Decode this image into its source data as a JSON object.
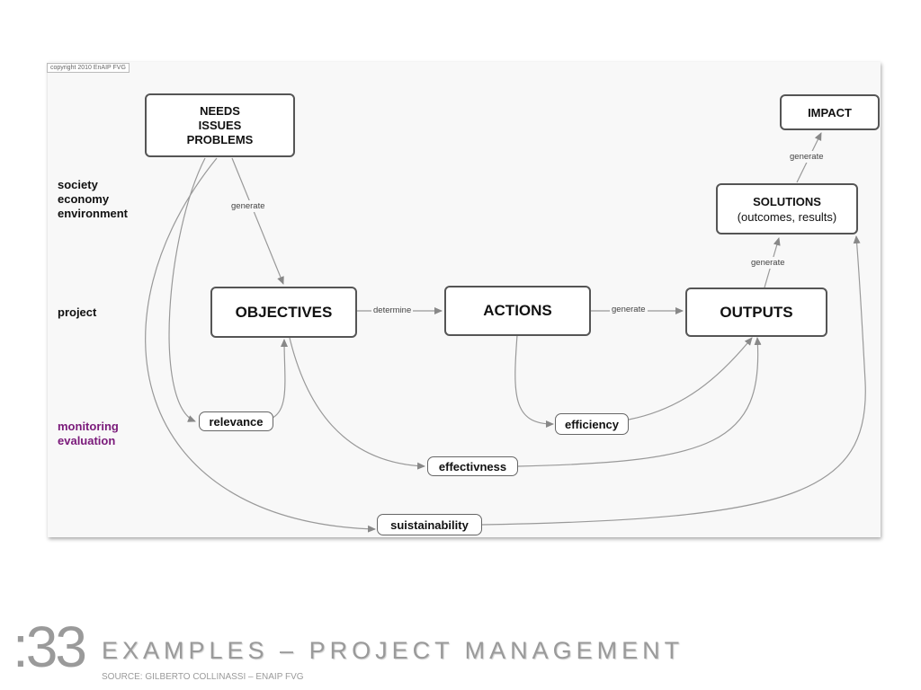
{
  "copyright": "copyright 2010 EnAIP FVG",
  "levels": {
    "society": [
      "society",
      "economy",
      "environment"
    ],
    "project": "project",
    "monitoring": [
      "monitoring",
      "evaluation"
    ]
  },
  "nodes": {
    "needs": [
      "NEEDS",
      "ISSUES",
      "PROBLEMS"
    ],
    "impact": "IMPACT",
    "solutions": [
      "SOLUTIONS",
      "(outcomes, results)"
    ],
    "objectives": "OBJECTIVES",
    "actions": "ACTIONS",
    "outputs": "OUTPUTS"
  },
  "criteria": {
    "relevance": "relevance",
    "efficiency": "efficiency",
    "effectiveness": "effectivness",
    "sustainability": "suistainability"
  },
  "edge_labels": {
    "needs_objectives": "generate",
    "objectives_actions": "determine",
    "actions_outputs": "generate",
    "outputs_solutions": "generate",
    "solutions_impact": "generate"
  },
  "footer": {
    "number": ":33",
    "title": "EXAMPLES – PROJECT MANAGEMENT",
    "source": "SOURCE: GILBERTO COLLINASSI – ENAIP FVG"
  }
}
